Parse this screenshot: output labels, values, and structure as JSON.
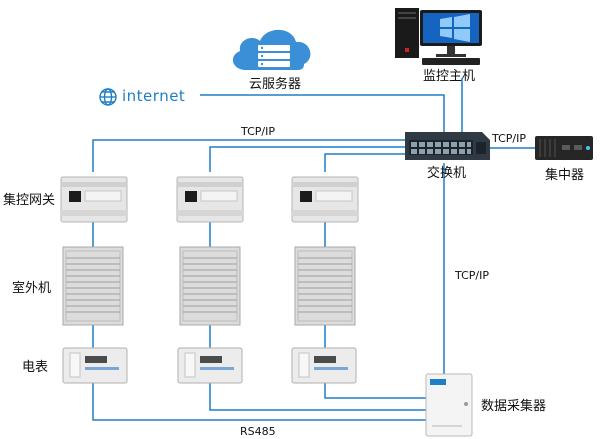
{
  "cloud_server": {
    "label": "云服务器"
  },
  "internet": {
    "label": "internet"
  },
  "monitor_host": {
    "label": "监控主机"
  },
  "switch": {
    "label": "交换机"
  },
  "concentrator": {
    "label": "集中器"
  },
  "data_collector": {
    "label": "数据采集器"
  },
  "row_labels": {
    "gateway": "集控网关",
    "outdoor_unit": "室外机",
    "meter": "电表"
  },
  "links": {
    "tcp_top": "TCP/IP",
    "tcp_right": "TCP/IP",
    "tcp_vertical": "TCP/IP",
    "rs485": "RS485"
  },
  "colors": {
    "link_line": "#1e7fc6",
    "switch_body": "#2f3a44",
    "cloud": "#3b8fd6"
  },
  "columns": 3
}
